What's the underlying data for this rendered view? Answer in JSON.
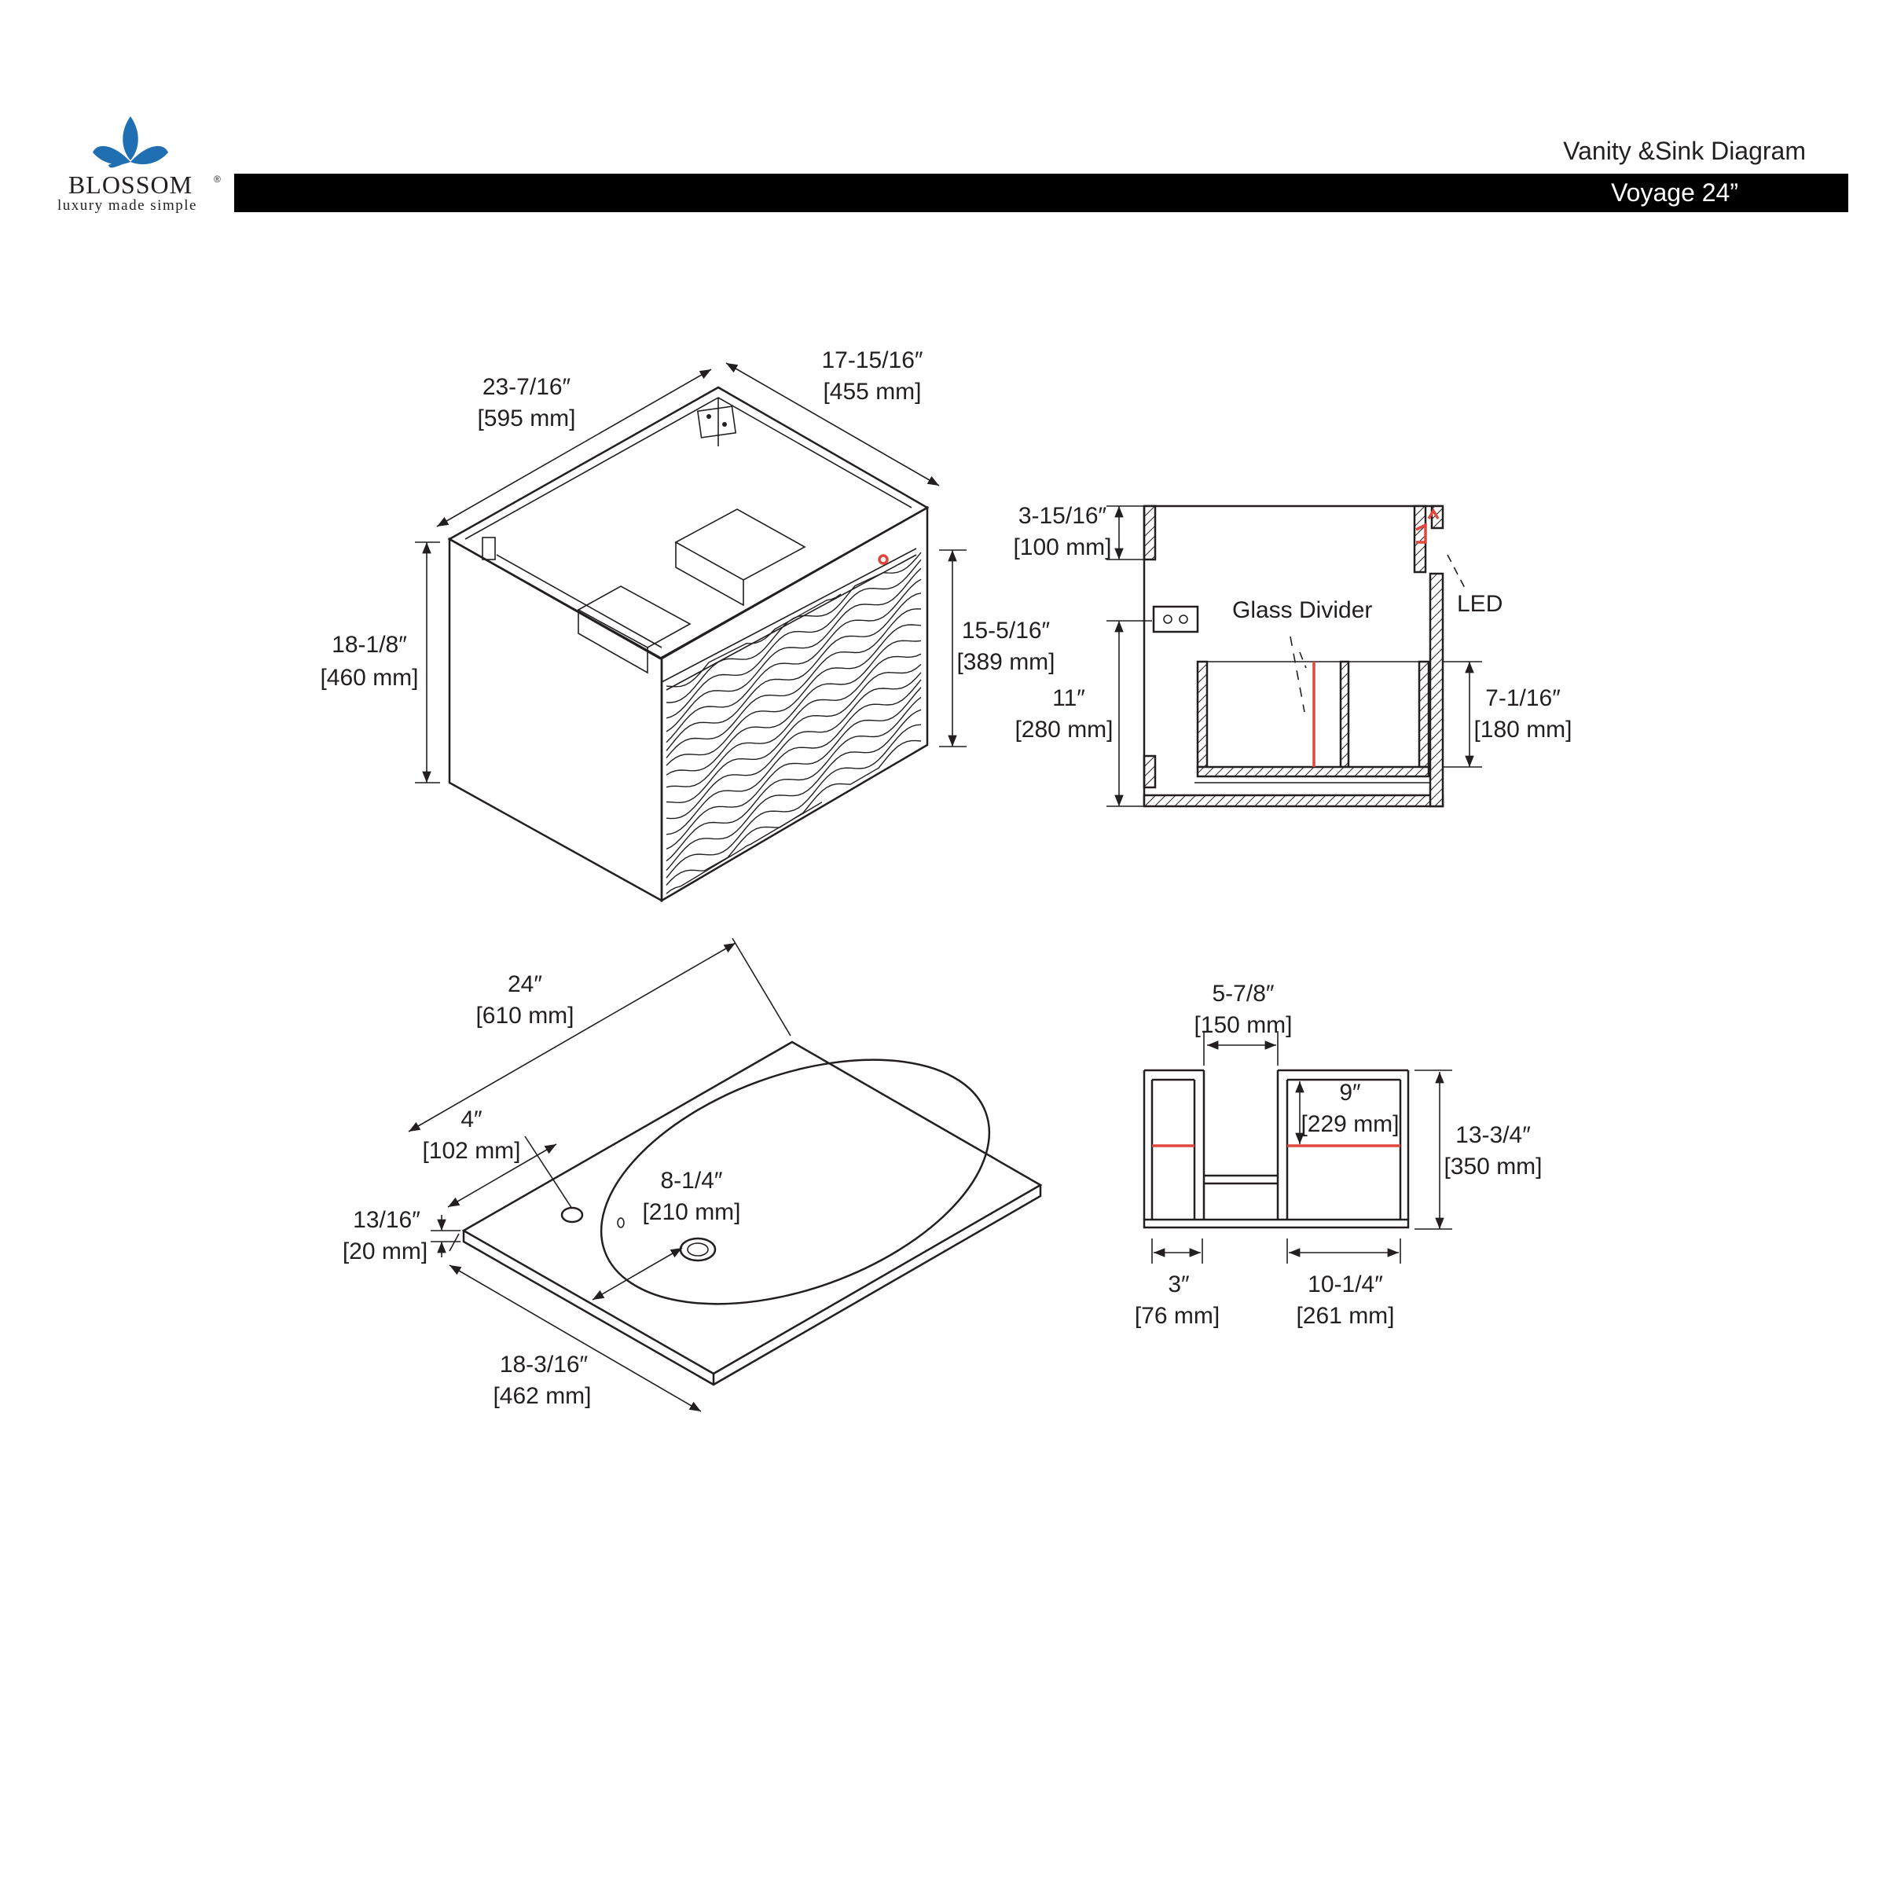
{
  "brand": {
    "name": "BLOSSOM",
    "registered": "®",
    "tagline": "luxury made simple",
    "logo_color": "#1f6fb2"
  },
  "header": {
    "title": "Vanity &Sink Diagram",
    "model": "Voyage 24”",
    "bar_color": "#000000"
  },
  "accent_color": "#e0483f",
  "cabinet_view": {
    "width": {
      "imperial": "23-7/16″",
      "metric": "[595 mm]"
    },
    "depth": {
      "imperial": "17-15/16″",
      "metric": "[455 mm]"
    },
    "height": {
      "imperial": "18-1/8″",
      "metric": "[460 mm]"
    },
    "front_height": {
      "imperial": "15-5/16″",
      "metric": "[389 mm]"
    }
  },
  "side_section": {
    "top_offset": {
      "imperial": "3-15/16″",
      "metric": "[100 mm]"
    },
    "mount_height": {
      "imperial": "11″",
      "metric": "[280 mm]"
    },
    "drawer_height": {
      "imperial": "7-1/16″",
      "metric": "[180 mm]"
    },
    "label_glass": "Glass Divider",
    "label_led": "LED"
  },
  "top_view": {
    "width": {
      "imperial": "24″",
      "metric": "[610 mm]"
    },
    "faucet_offset": {
      "imperial": "4″",
      "metric": "[102 mm]"
    },
    "thickness": {
      "imperial": "13/16″",
      "metric": "[20 mm]"
    },
    "drain_offset": {
      "imperial": "8-1/4″",
      "metric": "[210 mm]"
    },
    "depth": {
      "imperial": "18-3/16″",
      "metric": "[462 mm]"
    }
  },
  "drawer_section": {
    "gap": {
      "imperial": "5-7/8″",
      "metric": "[150 mm]"
    },
    "inner_height": {
      "imperial": "9″",
      "metric": "[229 mm]"
    },
    "height": {
      "imperial": "13-3/4″",
      "metric": "[350 mm]"
    },
    "left_width": {
      "imperial": "3″",
      "metric": "[76 mm]"
    },
    "right_width": {
      "imperial": "10-1/4″",
      "metric": "[261 mm]"
    }
  }
}
